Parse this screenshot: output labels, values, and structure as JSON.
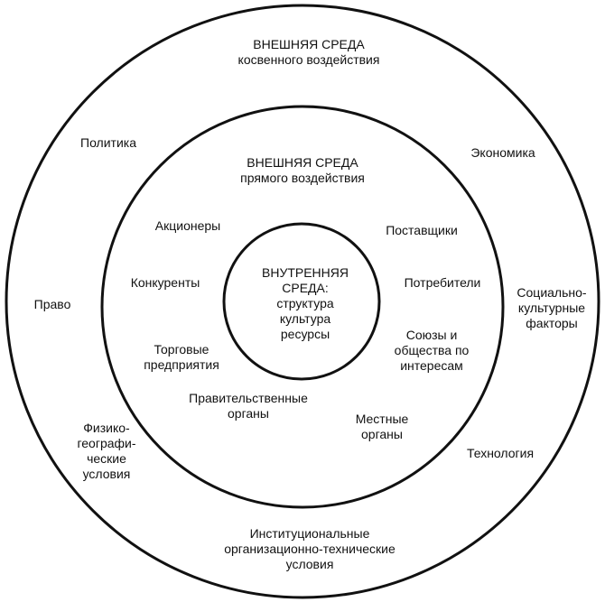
{
  "outer": {
    "title": "ВНЕШНЯЯ СРЕДА",
    "subtitle": "косвенного воздействия",
    "factors": {
      "politics": "Политика",
      "economy": "Экономика",
      "law": "Право",
      "social_line1": "Социально-",
      "social_line2": "культурные",
      "social_line3": "факторы",
      "geo_line1": "Физико-",
      "geo_line2": "географи-",
      "geo_line3": "ческие",
      "geo_line4": "условия",
      "tech": "Технология",
      "inst_line1": "Институциональные",
      "inst_line2": "организационно-технические",
      "inst_line3": "условия"
    }
  },
  "middle": {
    "title": "ВНЕШНЯЯ СРЕДА",
    "subtitle": "прямого воздействия",
    "factors": {
      "shareholders": "Акционеры",
      "suppliers": "Поставщики",
      "competitors": "Конкуренты",
      "consumers": "Потребители",
      "trade_line1": "Торговые",
      "trade_line2": "предприятия",
      "unions_line1": "Союзы и",
      "unions_line2": "общества по",
      "unions_line3": "интересам",
      "gov_line1": "Правительственные",
      "gov_line2": "органы",
      "local_line1": "Местные",
      "local_line2": "органы"
    }
  },
  "inner": {
    "title_line1": "ВНУТРЕННЯЯ",
    "title_line2": "СРЕДА:",
    "item1": "структура",
    "item2": "культура",
    "item3": "ресурсы"
  }
}
